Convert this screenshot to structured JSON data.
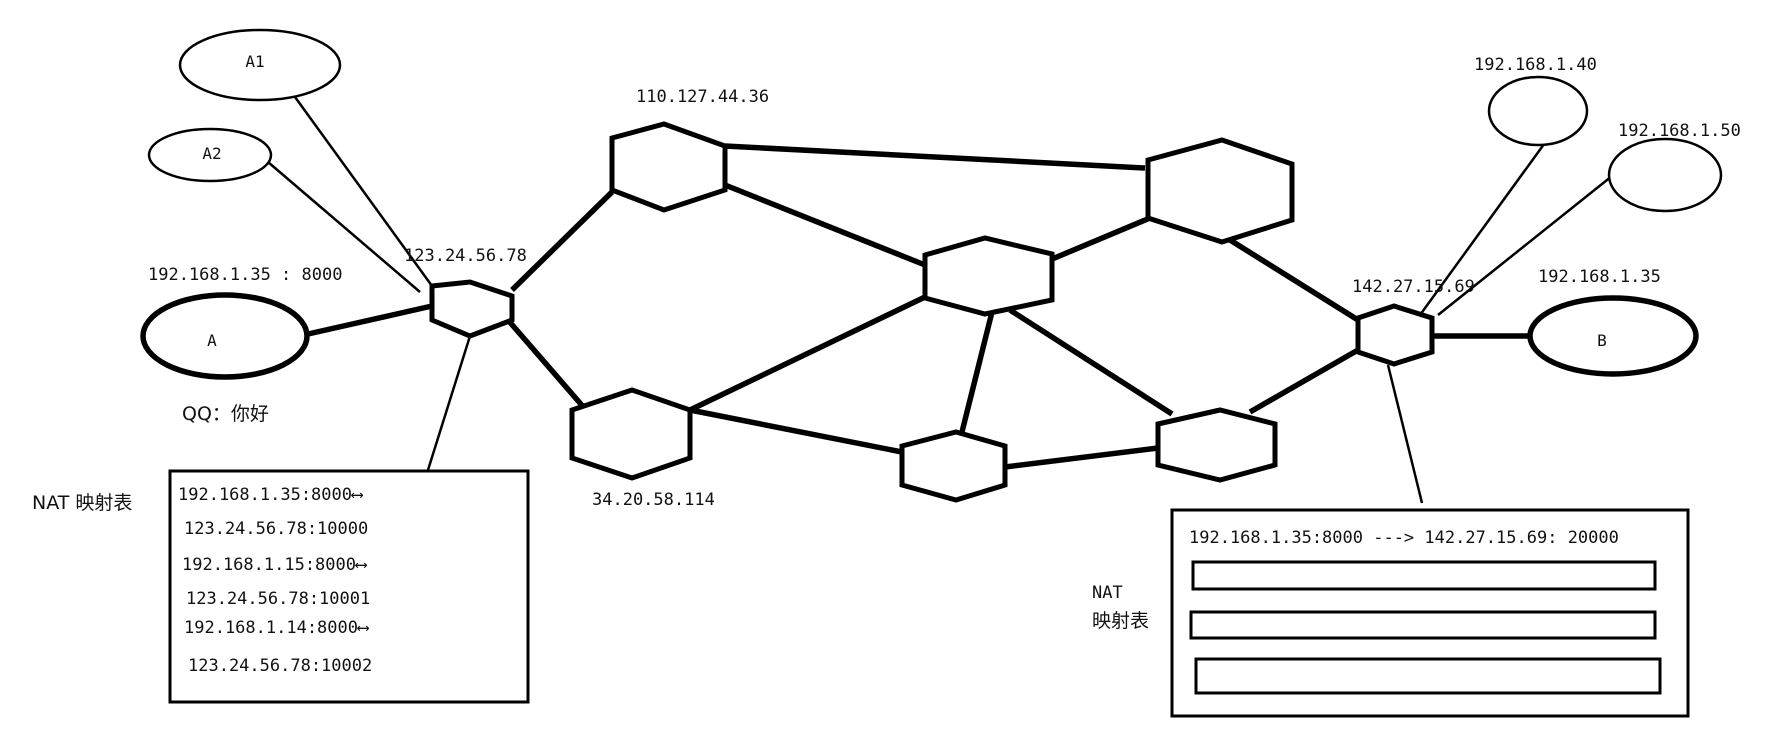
{
  "hosts": {
    "a1": "A1",
    "a2": "A2",
    "a": "A",
    "b": "B"
  },
  "addresses": {
    "a_private": "192.168.1.35 : 8000",
    "nat_left": "123.24.56.78",
    "router_top": "110.127.44.36",
    "router_bottom": "34.20.58.114",
    "nat_right": "142.27.15.69",
    "b_private": "192.168.1.35",
    "right_host_1": "192.168.1.40",
    "right_host_2": "192.168.1.50"
  },
  "message": "QQ：你好",
  "nat_left_table": {
    "title": "NAT 映射表",
    "rows": [
      "192.168.1.35:8000⟷",
      "123.24.56.78:10000",
      "192.168.1.15:8000⟷",
      "123.24.56.78:10001",
      "192.168.1.14:8000⟷",
      "123.24.56.78:10002"
    ]
  },
  "nat_right_table": {
    "title_line1": "NAT",
    "title_line2": "映射表",
    "rows": [
      "192.168.1.35:8000 ---> 142.27.15.69: 20000"
    ]
  }
}
